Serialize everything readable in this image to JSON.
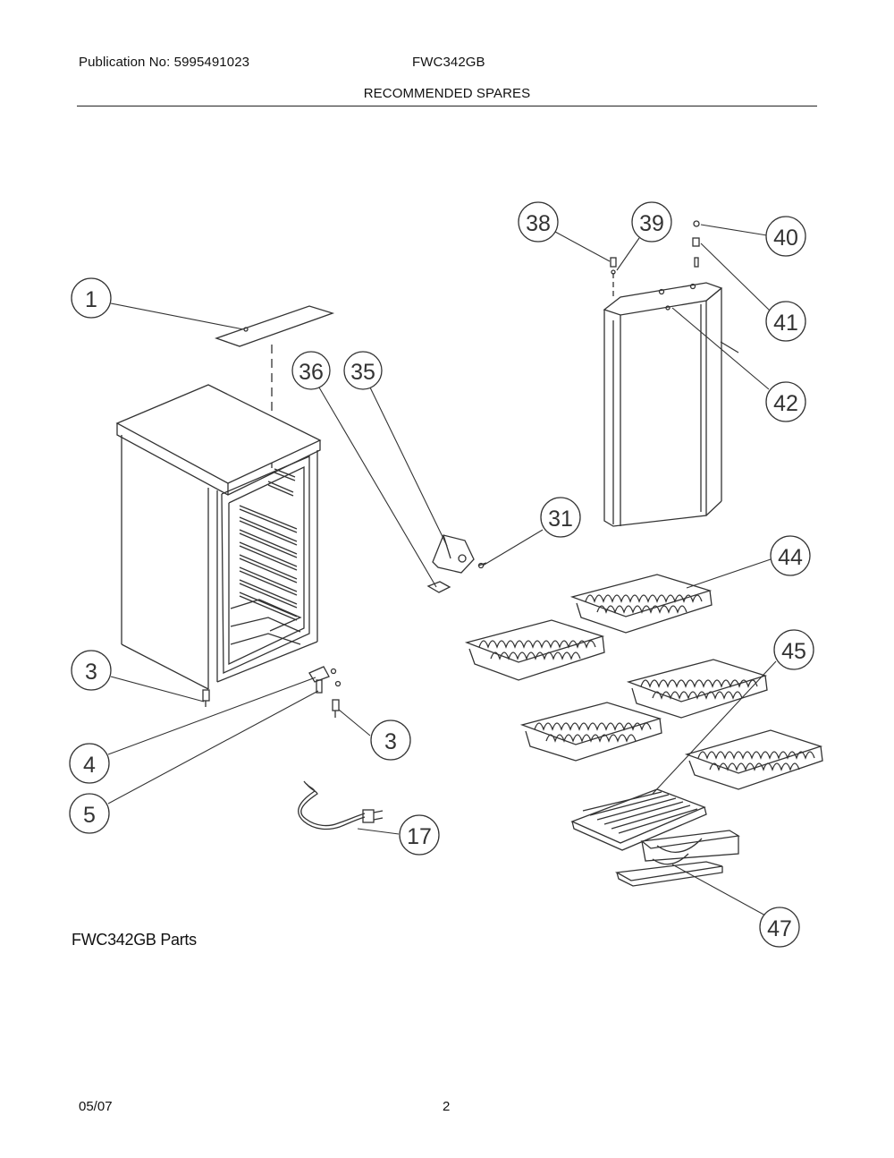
{
  "header": {
    "publication": "Publication No: 5995491023",
    "model": "FWC342GB",
    "section_title": "RECOMMENDED SPARES"
  },
  "caption": "FWC342GB Parts",
  "footer": {
    "date": "05/07",
    "page": "2"
  },
  "callouts": [
    "1",
    "3",
    "4",
    "5",
    "3",
    "17",
    "36",
    "35",
    "31",
    "38",
    "39",
    "40",
    "41",
    "42",
    "44",
    "45",
    "47"
  ]
}
